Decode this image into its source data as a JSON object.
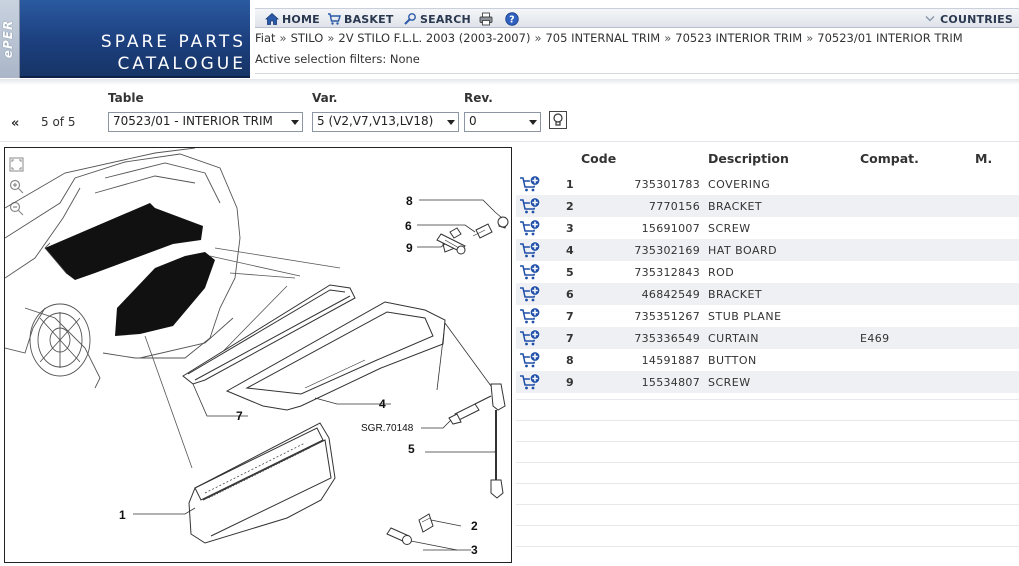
{
  "logo": {
    "brand": "ePER",
    "line1": "SPARE PARTS",
    "line2": "CATALOGUE"
  },
  "nav": {
    "home": "HOME",
    "basket": "BASKET",
    "search": "SEARCH",
    "countries": "COUNTRIES"
  },
  "breadcrumb": [
    "Fiat",
    "STILO",
    "2V STILO F.L.L. 2003 (2003-2007)",
    "705 INTERNAL TRIM",
    "70523 INTERIOR TRIM",
    "70523/01 INTERIOR TRIM"
  ],
  "breadcrumb_sep": "»",
  "filters_text": "Active selection filters: None",
  "pager": {
    "arrow": "«",
    "text": "5 of 5"
  },
  "selectors": {
    "table_label": "Table",
    "table_value": "70523/01 - INTERIOR TRIM",
    "var_label": "Var.",
    "var_value": "5 (V2,V7,V13,LV18)",
    "rev_label": "Rev.",
    "rev_value": "0"
  },
  "drawing": {
    "reference": "SGR.70148",
    "callouts": [
      "1",
      "2",
      "3",
      "4",
      "5",
      "6",
      "7",
      "8",
      "9"
    ]
  },
  "table": {
    "headers": {
      "code": "Code",
      "description": "Description",
      "compat": "Compat.",
      "m": "M."
    },
    "rows": [
      {
        "num": "1",
        "code": "735301783",
        "desc": "COVERING",
        "compat": "",
        "m": ""
      },
      {
        "num": "2",
        "code": "7770156",
        "desc": "BRACKET",
        "compat": "",
        "m": ""
      },
      {
        "num": "3",
        "code": "15691007",
        "desc": "SCREW",
        "compat": "",
        "m": ""
      },
      {
        "num": "4",
        "code": "735302169",
        "desc": "HAT BOARD",
        "compat": "",
        "m": ""
      },
      {
        "num": "5",
        "code": "735312843",
        "desc": "ROD",
        "compat": "",
        "m": ""
      },
      {
        "num": "6",
        "code": "46842549",
        "desc": "BRACKET",
        "compat": "",
        "m": ""
      },
      {
        "num": "7",
        "code": "735351267",
        "desc": "STUB PLANE",
        "compat": "",
        "m": ""
      },
      {
        "num": "7",
        "code": "735336549",
        "desc": "CURTAIN",
        "compat": "E469",
        "m": ""
      },
      {
        "num": "8",
        "code": "14591887",
        "desc": "BUTTON",
        "compat": "",
        "m": ""
      },
      {
        "num": "9",
        "code": "15534807",
        "desc": "SCREW",
        "compat": "",
        "m": ""
      }
    ]
  },
  "colors": {
    "logo_blue": "#1c3f7e",
    "row_stripe": "#eef0f3",
    "nav_text": "#2a3850",
    "cart_blue": "#1f4fa8"
  }
}
